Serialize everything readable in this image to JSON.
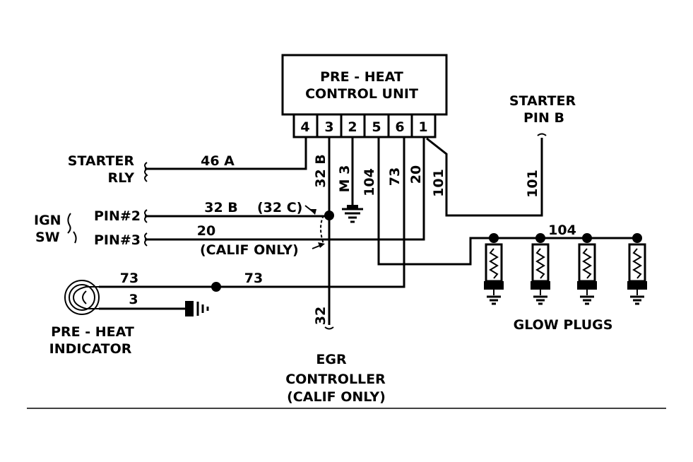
{
  "control_unit": {
    "title_line1": "PRE - HEAT",
    "title_line2": "CONTROL UNIT",
    "pins": [
      "4",
      "3",
      "2",
      "5",
      "6",
      "1"
    ]
  },
  "starter_pin": {
    "line1": "STARTER",
    "line2": "PIN B"
  },
  "starter_rly": {
    "line1": "STARTER",
    "line2": "RLY"
  },
  "ign_sw": {
    "line1": "IGN",
    "line2": "SW",
    "pin2": "PIN#2",
    "pin3": "PIN#3"
  },
  "wire_labels": {
    "w46a": "46   A",
    "w32b_h": "32   B",
    "w32c": "(32 C)",
    "w20_h": "20",
    "calif_only": "(CALIF ONLY)",
    "w73_left": "73",
    "w73_right": "73",
    "w3": "3",
    "w32b_v": "32 B",
    "m3_v": "M 3",
    "w104_v": "104",
    "w73_v": "73",
    "w20_v": "20",
    "w101_v": "101",
    "w101_right_v": "101",
    "w104_h": "104",
    "w32_v": "32"
  },
  "pre_heat_indicator": {
    "line1": "PRE - HEAT",
    "line2": "INDICATOR"
  },
  "glow_plugs": {
    "label": "GLOW PLUGS",
    "count": 4
  },
  "egr": {
    "line1": "EGR",
    "line2": "CONTROLLER",
    "line3": "(CALIF ONLY)"
  }
}
